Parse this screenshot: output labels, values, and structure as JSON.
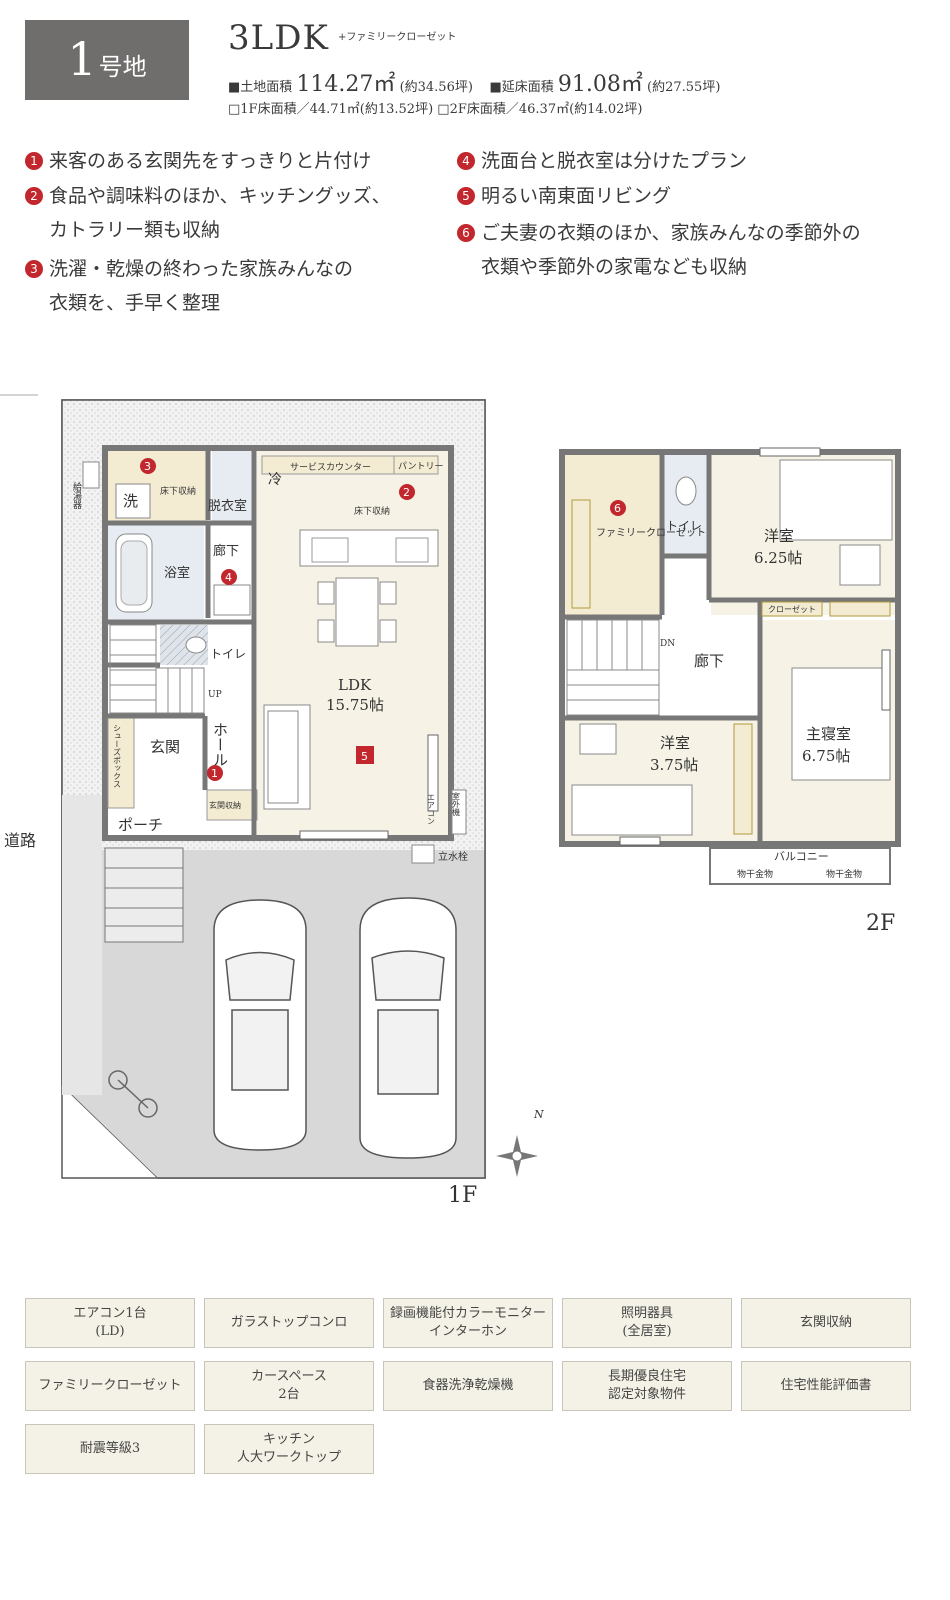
{
  "header": {
    "lot_number": "1",
    "lot_suffix": "号地",
    "plan_type": "3LDK",
    "plan_extra": "+ファミリークローゼット",
    "land_area_label": "■土地面積",
    "land_area_value": "114.27㎡",
    "land_area_tsubo": "(約34.56坪)",
    "total_floor_label": "■延床面積",
    "total_floor_value": "91.08㎡",
    "total_floor_tsubo": "(約27.55坪)",
    "floor1": "□1F床面積／44.71㎡(約13.52坪)",
    "floor2": "□2F床面積／46.37㎡(約14.02坪)"
  },
  "features": [
    {
      "num": "1",
      "lines": [
        "来客のある玄関先をすっきりと片付け"
      ]
    },
    {
      "num": "2",
      "lines": [
        "食品や調味料のほか、キッチングッズ、",
        "カトラリー類も収納"
      ]
    },
    {
      "num": "3",
      "lines": [
        "洗濯・乾燥の終わった家族みんなの",
        "衣類を、手早く整理"
      ]
    },
    {
      "num": "4",
      "lines": [
        "洗面台と脱衣室は分けたプラン"
      ]
    },
    {
      "num": "5",
      "lines": [
        "明るい南東面リビング"
      ]
    },
    {
      "num": "6",
      "lines": [
        "ご夫妻の衣類のほか、家族みんなの季節外の",
        "衣類や季節外の家電なども収納"
      ]
    }
  ],
  "floor1": {
    "label": "1F",
    "road": "道路",
    "kyutoki": "給湯器",
    "sen": "洗",
    "yukashita1": "床下収納",
    "datsuishitsu": "脱衣室",
    "rei": "冷",
    "service_counter": "サービスカウンター",
    "pantry": "パントリー",
    "yukashita2": "床下収納",
    "rouka": "廊下",
    "yokushitsu": "浴室",
    "toilet": "トイレ",
    "up": "UP",
    "ldk": "LDK",
    "ldk_size": "15.75帖",
    "hall": "ホール",
    "genkan": "玄関",
    "shoes_box": "シューズボックス",
    "genkan_storage": "玄関収納",
    "porch": "ポーチ",
    "aircon": "エアコン",
    "outdoor_unit": "室外機",
    "tatesuisen": "立水栓"
  },
  "floor2": {
    "label": "2F",
    "family_closet": "ファミリークローゼット",
    "toilet": "トイレ",
    "youshitsu1": "洋室",
    "youshitsu1_size": "6.25帖",
    "closet": "クローゼット",
    "dn": "DN",
    "rouka": "廊下",
    "youshitsu2": "洋室",
    "youshitsu2_size": "3.75帖",
    "main_bedroom": "主寝室",
    "main_bedroom_size": "6.75帖",
    "balcony": "バルコニー",
    "hoshi1": "物干金物",
    "hoshi2": "物干金物"
  },
  "compass_label": "N",
  "amenities": [
    [
      "エアコン1台",
      "(LD)"
    ],
    [
      "ガラストップコンロ"
    ],
    [
      "録画機能付カラーモニター",
      "インターホン"
    ],
    [
      "照明器具",
      "(全居室)"
    ],
    [
      "玄関収納"
    ],
    [
      "ファミリークローゼット"
    ],
    [
      "カースペース",
      "2台"
    ],
    [
      "食器洗浄乾燥機"
    ],
    [
      "長期優良住宅",
      "認定対象物件"
    ],
    [
      "住宅性能評価書"
    ],
    [
      "耐震等級3"
    ],
    [
      "キッチン",
      "人大ワークトップ"
    ]
  ]
}
